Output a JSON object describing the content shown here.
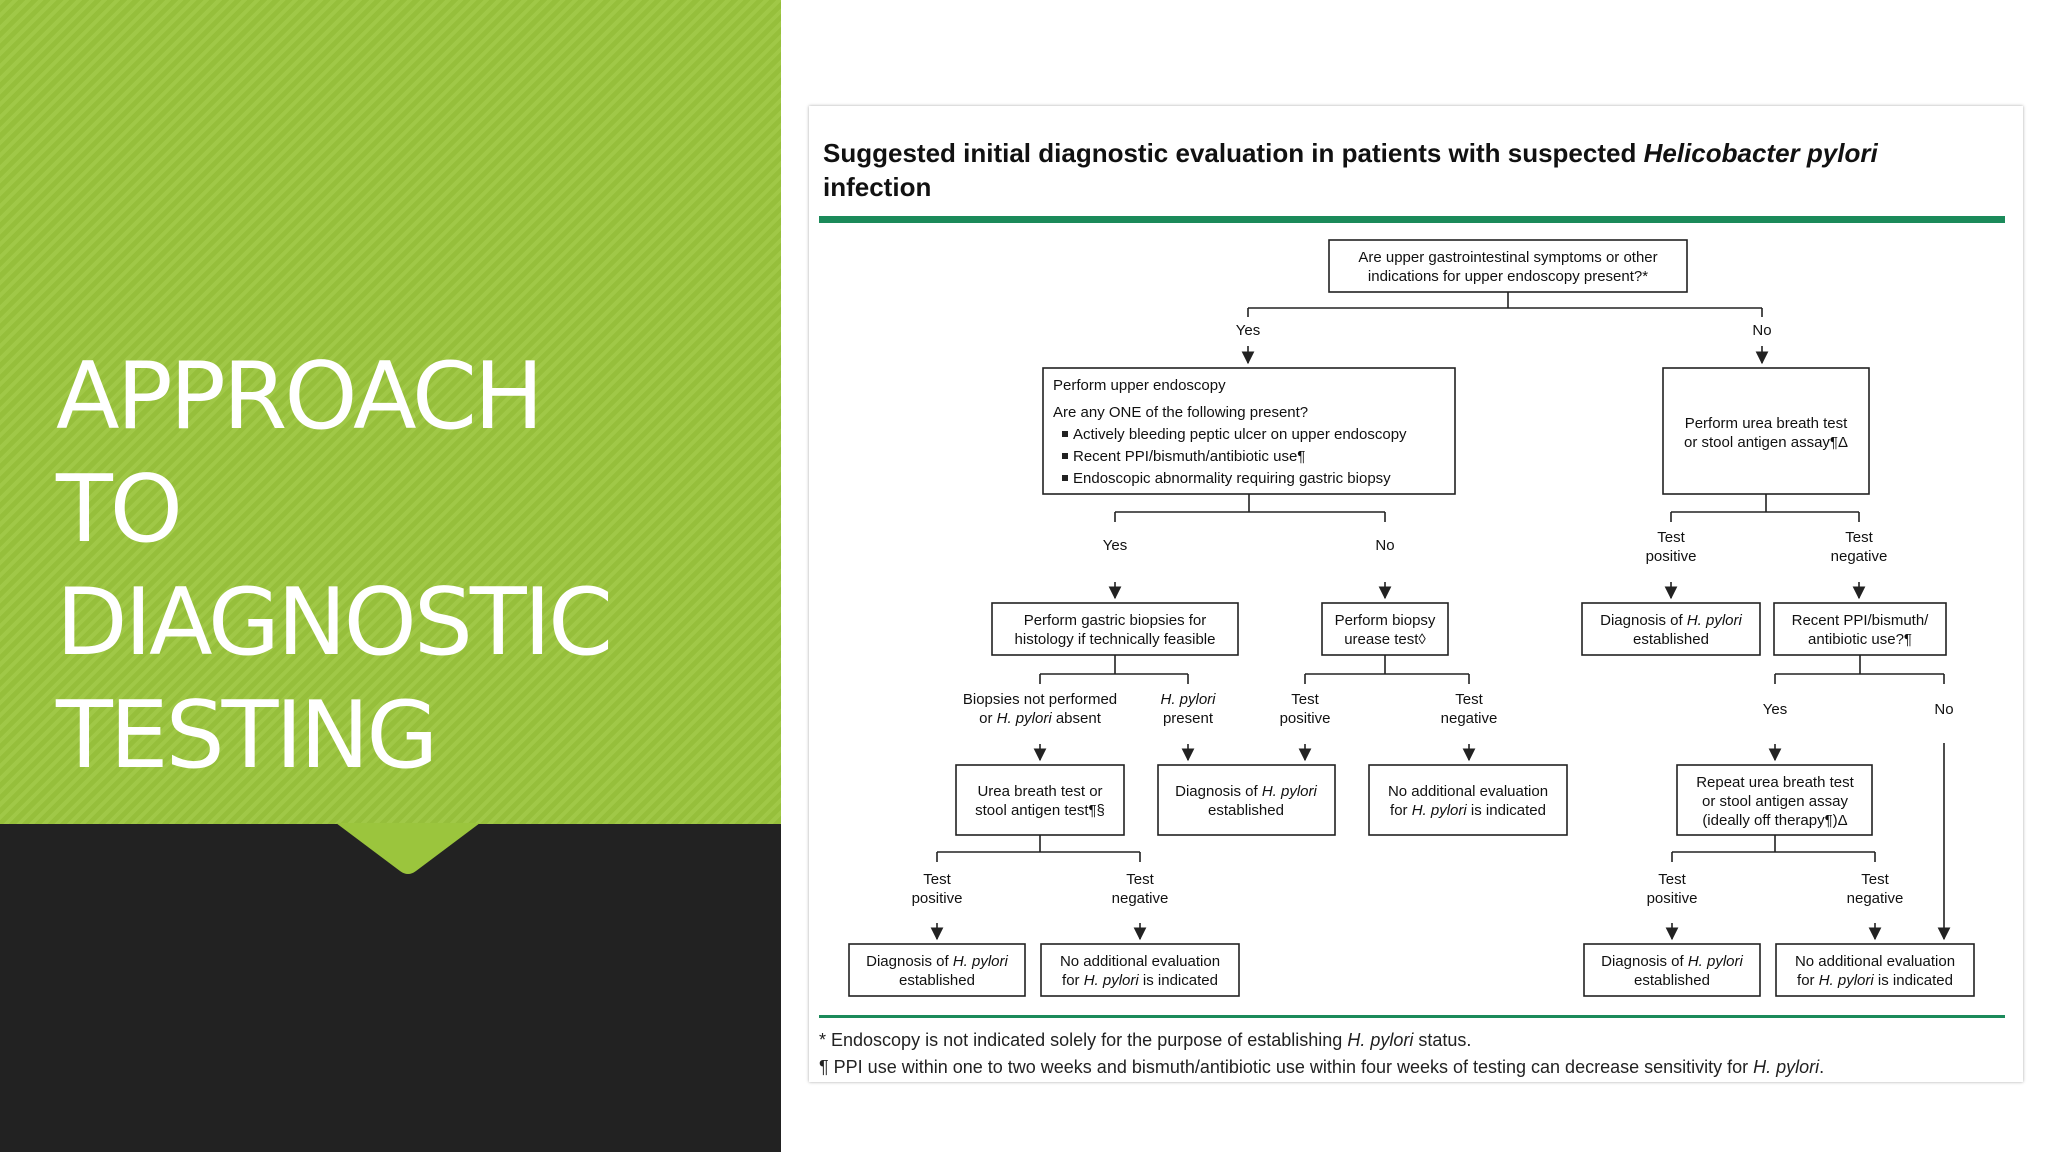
{
  "slide": {
    "title_lines": [
      "APPROACH",
      "TO",
      "DIAGNOSTIC",
      "TESTING"
    ],
    "colors": {
      "green": "#9bc53d",
      "dark": "#222222",
      "rule": "#1b8a5a"
    }
  },
  "figure": {
    "title": "Suggested initial diagnostic evaluation in patients with suspected",
    "title_italic": "Helicobacter pylori",
    "title_end": "infection",
    "nodes": {
      "start": [
        "Are upper gastrointestinal symptoms or other",
        "indications for upper endoscopy present?*"
      ],
      "endoscopy": {
        "heading": "Perform upper endoscopy",
        "question": "Are any ONE of the following present?",
        "bullets": [
          "Actively bleeding peptic ulcer on upper endoscopy",
          "Recent PPI/bismuth/antibiotic use¶",
          "Endoscopic abnormality requiring gastric biopsy"
        ]
      },
      "urea_stool": [
        "Perform urea breath test",
        "or stool antigen assay¶Δ"
      ],
      "gastric_biopsies": [
        "Perform gastric biopsies for",
        "histology if technically feasible"
      ],
      "biopsy_urease": [
        "Perform biopsy",
        "urease test◊"
      ],
      "diag_r1": {
        "pre": "Diagnosis of ",
        "em": "H. pylori",
        "post": "established"
      },
      "recent_ppi": [
        "Recent PPI/bismuth/",
        "antibiotic use?¶"
      ],
      "urea_stool_2": [
        "Urea breath test or",
        "stool antigen test¶§"
      ],
      "diag_mid": {
        "pre": "Diagnosis of ",
        "em": "H. pylori",
        "post": "established"
      },
      "no_eval_mid": {
        "pre": "No additional evaluation",
        "mid": "for ",
        "em": "H. pylori",
        "post": " is indicated"
      },
      "repeat": [
        "Repeat urea breath test",
        "or stool antigen assay",
        "(ideally off therapy¶)Δ"
      ],
      "diag_bl": {
        "pre": "Diagnosis of ",
        "em": "H. pylori",
        "post": "established"
      },
      "no_eval_bl": {
        "pre": "No additional evaluation",
        "mid": "for ",
        "em": "H. pylori",
        "post": " is indicated"
      },
      "diag_br": {
        "pre": "Diagnosis of ",
        "em": "H. pylori",
        "post": "established"
      },
      "no_eval_br": {
        "pre": "No additional evaluation",
        "mid": "for ",
        "em": "H. pylori",
        "post": " is indicated"
      }
    },
    "labels": {
      "yes": "Yes",
      "no": "No",
      "test": "Test",
      "positive": "positive",
      "negative": "negative",
      "biopsies_not_1": "Biopsies not performed",
      "biopsies_not_2_pre": "or ",
      "biopsies_not_2_em": "H. pylori",
      "biopsies_not_2_post": " absent",
      "hp_present_em": "H. pylori",
      "hp_present_2": "present"
    },
    "footnotes": [
      {
        "pre": "* Endoscopy is not indicated solely for the purpose of establishing ",
        "em": "H. pylori",
        "post": " status."
      },
      {
        "pre": "¶ PPI use within one to two weeks and bismuth/antibiotic use within four weeks of testing can decrease sensitivity for ",
        "em": "H. pylori",
        "post": "."
      }
    ]
  }
}
